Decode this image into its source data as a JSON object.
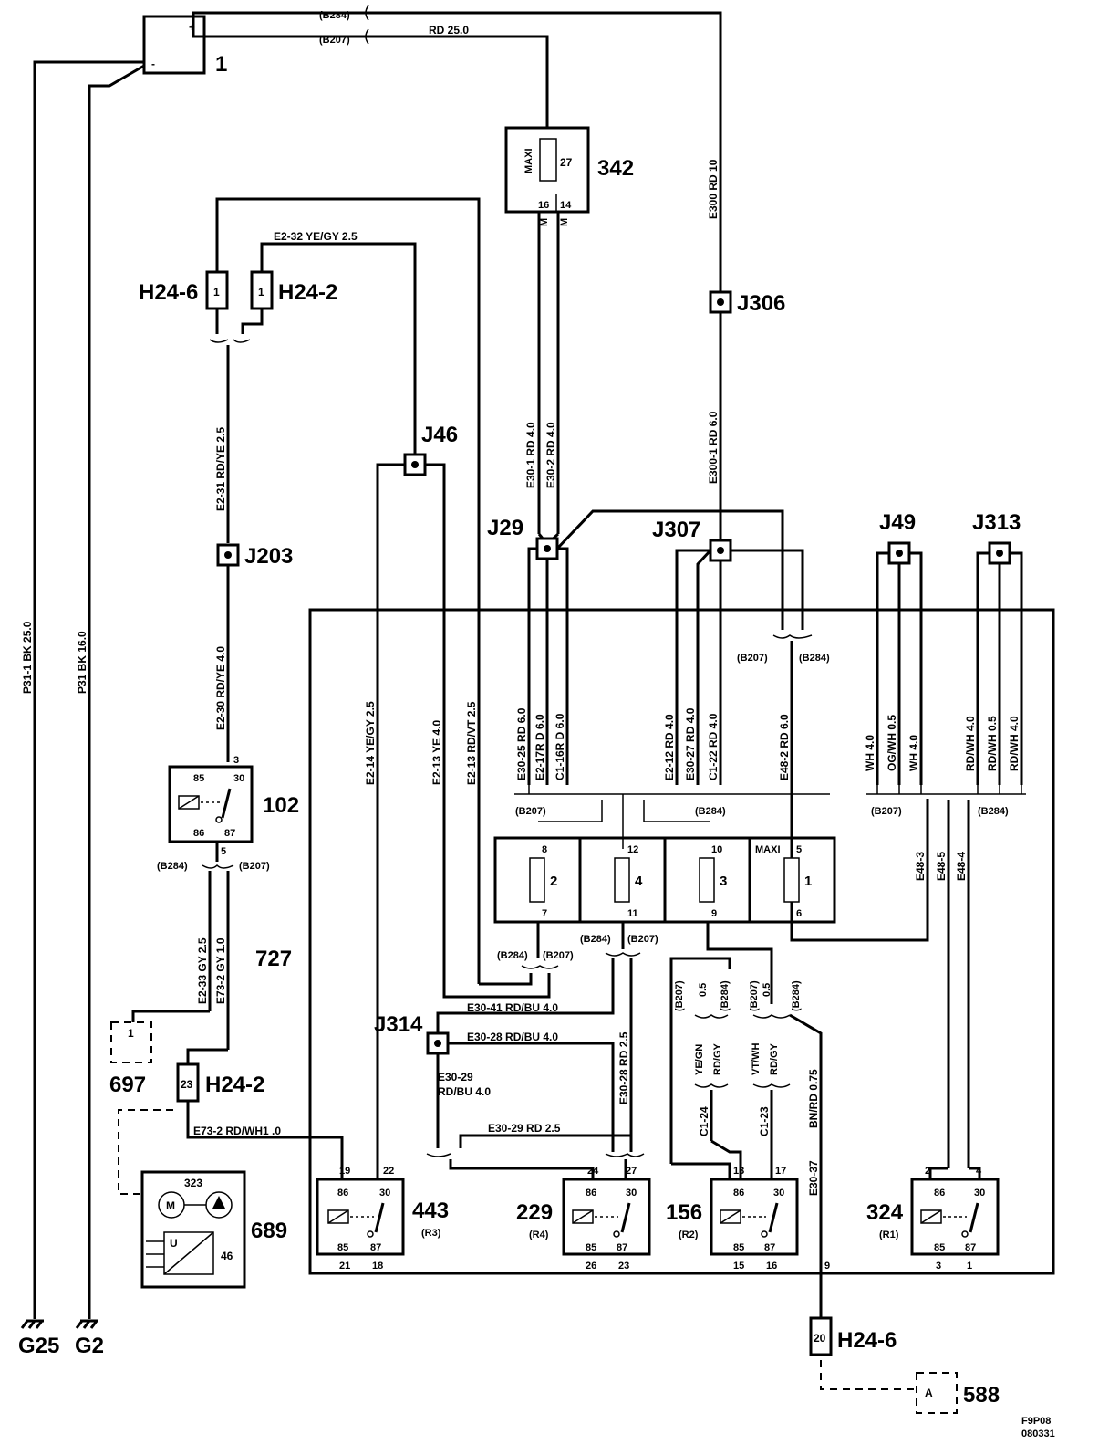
{
  "components": {
    "battery": "1",
    "fuse_box": "342",
    "fuse_maxi": "MAXI",
    "fuse_27": "27",
    "fuse_pin16": "16",
    "fuse_pin14": "14",
    "fuse_m1": "M",
    "fuse_m2": "M",
    "h24_6_top": "H24-6",
    "h24_2_top": "H24-2",
    "h24_6_bot": "H24-6",
    "h24_2_mid": "H24-2",
    "relay_102": "102",
    "relay_443": "443",
    "relay_229": "229",
    "relay_156": "156",
    "relay_324": "324",
    "r3": "(R3)",
    "r4": "(R4)",
    "r2": "(R2)",
    "r1": "(R1)",
    "c697": "697",
    "c727": "727",
    "c689": "689",
    "c323": "323",
    "c46": "46",
    "c588": "588",
    "g25": "G25",
    "g2": "G2",
    "code": "F9P08",
    "date": "080331"
  },
  "junctions": {
    "j29": "J29",
    "j46": "J46",
    "j203": "J203",
    "j306": "J306",
    "j307": "J307",
    "j49": "J49",
    "j313": "J313",
    "j314": "J314"
  },
  "wires": {
    "b284": "(B284)",
    "b207": "(B207)",
    "rd25": "RD  25.0",
    "e2_32": "E2-32   YE/GY   2.5",
    "e300": "E300   RD  10",
    "e300_1": "E300-1  RD    6.0",
    "e30_1": "E30-1  RD    4.0",
    "e30_2": "E30-2  RD    4.0",
    "e2_31": "E2-31    RD/YE    2.5",
    "e2_30": "E2-30    RD/YE    4.0",
    "p31_1": "P31-1    BK  25.0",
    "p31": "P31  BK  16.0",
    "e2_14": "E2-14    YE/GY    2.5",
    "e2_13a": "E2-13    YE    4.0",
    "e2_13b": "E2-13    RD/VT    2.5",
    "e30_25": "E30-25    RD  6.0",
    "e2_17r": "E2-17R    D    6.0",
    "c1_16r": "C1-16R    D    6.0",
    "e2_12": "E2-12    RD  4.0",
    "e30_27": "E30-27    RD  4.0",
    "c1_22": "C1-22    RD  4.0",
    "e48_2": "E48-2    RD  6.0",
    "wh40a": "WH 4.0",
    "ogwh": "OG/WH    0.5",
    "wh40b": "WH  4.0",
    "rdwh40a": "RD/WH    4.0",
    "rdwh05": "RD/WH    0.5",
    "rdwh40b": "RD/WH    4.0",
    "e48_3": "E48-3",
    "e48_5": "E48-5",
    "e48_4": "E48-4",
    "e2_33": "E2-33 GY    2.5",
    "e73_2v": "E73-2  GY    1.0",
    "e30_41": "E30-41  RD/BU  4.0",
    "e30_28h": "E30-28  RD/BU  4.0",
    "e30_29a": "E30-29",
    "e30_29b": "RD/BU  4.0",
    "e30_29c": "E30-29   RD    2.5",
    "e30_28v": "E30-28    RD   2.5",
    "e73_2h": "E73-2   RD/WH1 .0",
    "yegn": "YE/GN",
    "rdgy1": "RD/GY",
    "vtwh": "VT/WH",
    "rdgy2": "RD/GY",
    "v05a": "0.5",
    "v05b": "0.5",
    "c1_24": "C1-24",
    "c1_23": "C1-23",
    "bnrd": "BN/RD    0.75",
    "e30_37": "E30-37"
  },
  "fuses": {
    "f2": "2",
    "f4": "4",
    "f3": "3",
    "f1": "1",
    "maxi": "MAXI"
  },
  "pins": {
    "p8": "8",
    "p7": "7",
    "p12": "12",
    "p11": "11",
    "p10": "10",
    "p9": "9",
    "p5": "5",
    "p6": "6",
    "r102_3": "3",
    "r102_5": "5",
    "r102_85": "85",
    "r102_30": "30",
    "r102_86": "86",
    "r102_87": "87",
    "r443_19": "19",
    "r443_22": "22",
    "r443_21": "21",
    "r443_18": "18",
    "r229_24": "24",
    "r229_27": "27",
    "r229_26": "26",
    "r229_23": "23",
    "r156_13": "13",
    "r156_17": "17",
    "r156_15": "15",
    "r156_16": "16",
    "r324_2": "2",
    "r324_4": "4",
    "r324_3": "3",
    "r324_1": "1",
    "n86": "86",
    "n30": "30",
    "n85": "85",
    "n87": "87",
    "h1a": "1",
    "h1b": "1",
    "h697": "1",
    "h23": "23",
    "h20": "20",
    "pin9": "9",
    "bat_plus": "+",
    "bat_minus": "-",
    "m": "M",
    "u": "U",
    "a": "A"
  }
}
